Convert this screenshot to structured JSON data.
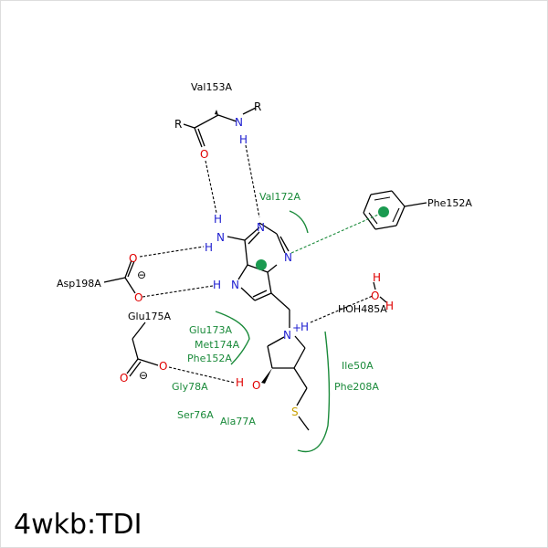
{
  "title": "4wkb:TDI",
  "residues": {
    "val153": "Val153A",
    "phe152_top": "Phe152A",
    "val172": "Val172A",
    "asp198": "Asp198A",
    "glu175": "Glu175A",
    "hoh485": "HOH485A",
    "glu173": "Glu173A",
    "met174": "Met174A",
    "phe152_bottom": "Phe152A",
    "gly78": "Gly78A",
    "ser76": "Ser76A",
    "ala77": "Ala77A",
    "ile50": "Ile50A",
    "phe208": "Phe208A"
  },
  "atoms": {
    "R": "R",
    "N": "N",
    "H": "H",
    "O": "O",
    "S": "S",
    "charge_minus": "⊖",
    "charge_plus": "+"
  },
  "colors": {
    "hydrophobic": "#1a8a3a",
    "nitrogen": "#2020d0",
    "oxygen": "#e00000",
    "sulfur": "#c8a000",
    "pi_stack": "#1a8a3a"
  }
}
